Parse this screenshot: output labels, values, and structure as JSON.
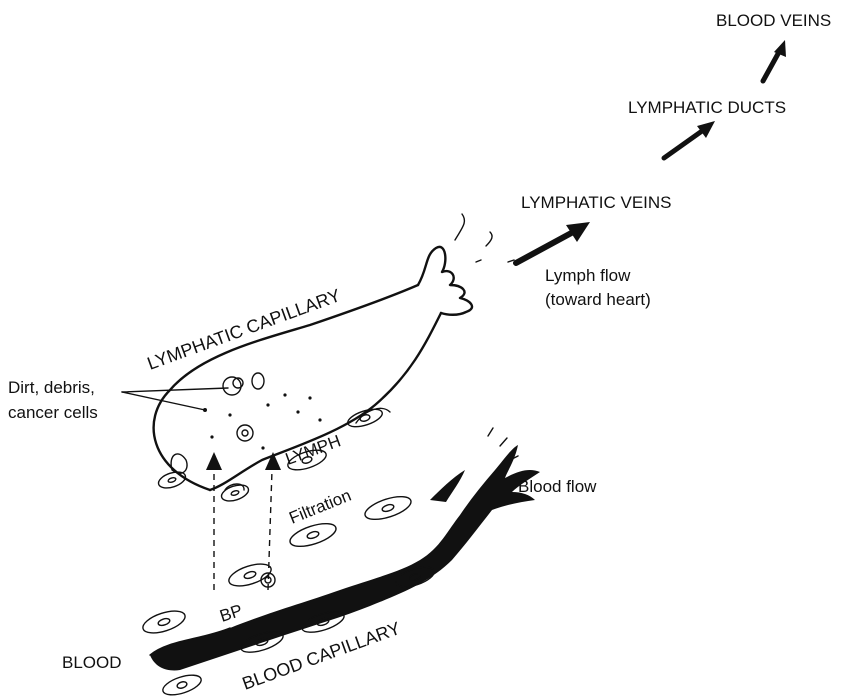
{
  "labels": {
    "blood_veins": "BLOOD VEINS",
    "lymphatic_ducts": "LYMPHATIC DUCTS",
    "lymphatic_veins": "LYMPHATIC VEINS",
    "lymph_flow_1": "Lymph flow",
    "lymph_flow_2": "(toward heart)",
    "lymphatic_capillary": "LYMPHATIC CAPILLARY",
    "dirt_1": "Dirt, debris,",
    "dirt_2": "cancer cells",
    "lymph": "LYMPH",
    "filtration": "Filtration",
    "blood_flow": "Blood flow",
    "bp": "BP",
    "blood": "BLOOD",
    "blood_capillary": "BLOOD CAPILLARY"
  }
}
